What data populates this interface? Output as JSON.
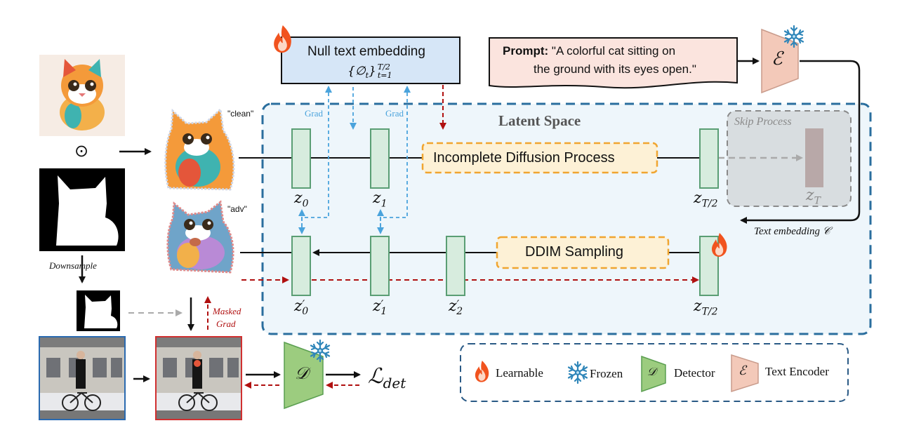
{
  "null_text_box": {
    "title": "Null text embedding",
    "formula_base": "{∅",
    "formula_sub": "t",
    "formula_close": "}",
    "formula_sup": "T/2",
    "formula_lower": "t=1"
  },
  "prompt_box": {
    "label": "Prompt:",
    "line1": "\"A colorful cat sitting on",
    "line2": "the ground with its eyes open.\""
  },
  "text_encoder_symbol": "ℰ",
  "latent_space": {
    "title": "Latent Space",
    "skip_process_label": "Skip Process",
    "incomplete_diffusion_label": "Incomplete Diffusion Process",
    "ddim_sampling_label": "DDIM Sampling"
  },
  "image_tags": {
    "clean": "\"clean\"",
    "adv": "\"adv\""
  },
  "odot_symbol": "⊙",
  "downsample_label": "Downsample",
  "grad_label": "Grad",
  "masked_grad_line1": "Masked",
  "masked_grad_line2": "Grad",
  "text_embedding_label": "Text embedding",
  "text_embedding_symbol": "𝒞",
  "latents_top": {
    "z0": {
      "base": "z",
      "sub": "0"
    },
    "z1": {
      "base": "z",
      "sub": "1"
    },
    "zT2": {
      "base": "z",
      "sub": "T/2"
    },
    "zT": {
      "base": "z",
      "sub": "T"
    }
  },
  "latents_bottom": {
    "z0p": {
      "base": "z",
      "sup": "′",
      "sub": "0"
    },
    "z1p": {
      "base": "z",
      "sup": "′",
      "sub": "1"
    },
    "z2p": {
      "base": "z",
      "sup": "′",
      "sub": "2"
    },
    "zT2": {
      "base": "z",
      "sub": "T/2"
    }
  },
  "detector_symbol": "𝒟",
  "loss": {
    "base": "ℒ",
    "sub": "det"
  },
  "legend": {
    "learnable": "Learnable",
    "frozen": "Frozen",
    "detector_symbol": "𝒟",
    "detector": "Detector",
    "encoder_symbol": "ℰ",
    "text_encoder": "Text Encoder"
  },
  "colors": {
    "latent_bg": "#eef6fb",
    "latent_border": "#2a6e9e",
    "block_fill": "#d7ecde",
    "block_border": "#5a9e74",
    "nullbox_fill": "#d6e6f7",
    "prompt_fill": "#fbe4de",
    "encoder_fill": "#f3c9b9",
    "detector_fill": "#9ccc7f",
    "dashed_red": "#b01010",
    "dashed_blue": "#4aa3dc",
    "orange_box": "#f0a530"
  }
}
